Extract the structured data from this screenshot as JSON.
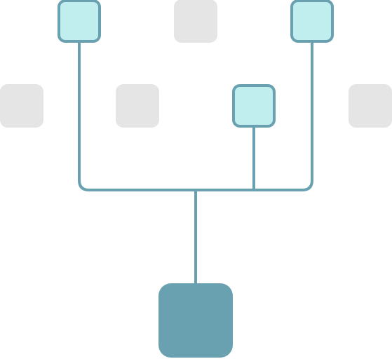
{
  "diagram": {
    "type": "tree",
    "colors": {
      "connector": "#6aa1b0",
      "active_fill": "#c0eded",
      "active_stroke": "#6aa1b0",
      "inactive_fill": "#e5e5e5",
      "root_fill": "#6aa1b0"
    },
    "root": {
      "id": "root",
      "state": "root"
    },
    "top_row": [
      {
        "id": "top-1",
        "state": "active",
        "connected": true
      },
      {
        "id": "top-2",
        "state": "inactive",
        "connected": false
      },
      {
        "id": "top-3",
        "state": "active",
        "connected": true
      }
    ],
    "middle_row": [
      {
        "id": "mid-1",
        "state": "inactive",
        "connected": false
      },
      {
        "id": "mid-2",
        "state": "inactive",
        "connected": false
      },
      {
        "id": "mid-3",
        "state": "active",
        "connected": true
      },
      {
        "id": "mid-4",
        "state": "inactive",
        "connected": false
      }
    ]
  }
}
